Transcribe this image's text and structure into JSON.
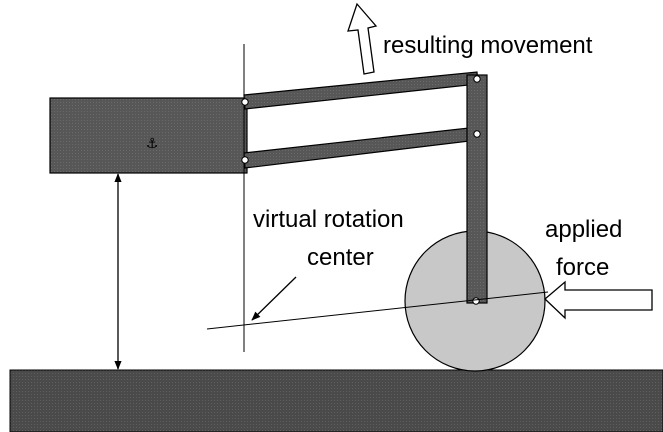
{
  "labels": {
    "resulting_movement": "resulting movement",
    "virtual_rotation": "virtual rotation",
    "center": "center",
    "applied": "applied",
    "force": "force"
  },
  "icons": {
    "anchor": "⚓"
  },
  "colors": {
    "background": "#ffffff",
    "link_fill": "#5a5a5a",
    "ground_fill": "#4f4f4f",
    "wheel_fill": "#c8c8c8",
    "outline": "#000000",
    "arrow_fill": "#ffffff"
  }
}
